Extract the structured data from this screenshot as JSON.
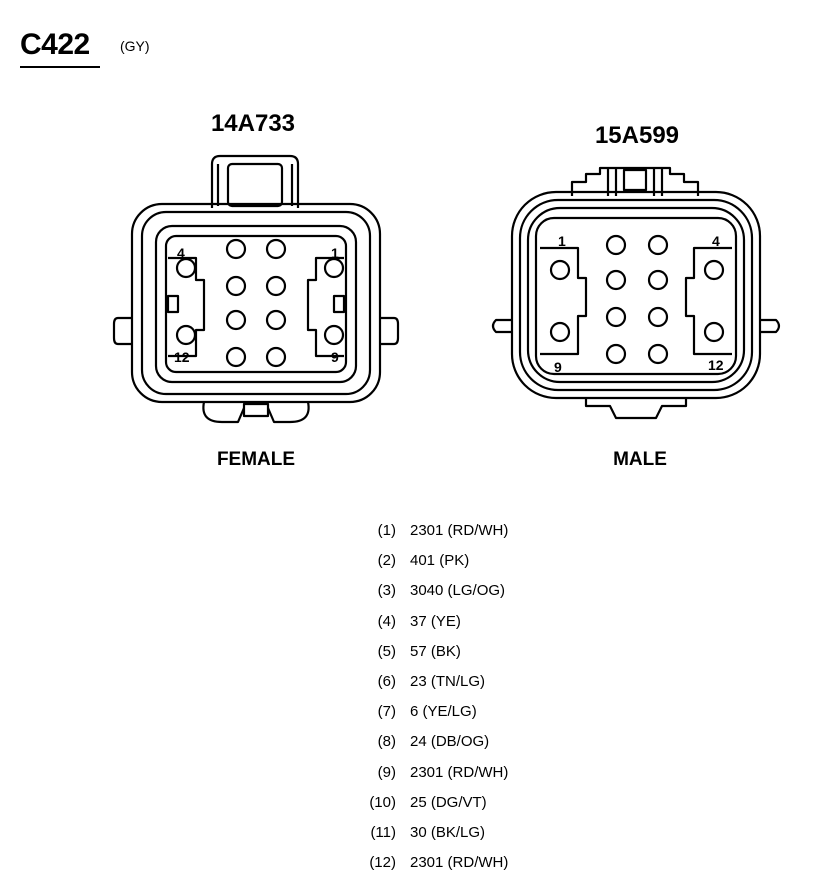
{
  "connector": {
    "id": "C422",
    "color_code": "(GY)"
  },
  "female": {
    "part_number": "14A733",
    "gender_label": "FEMALE",
    "corner_labels": {
      "top_left": "4",
      "top_right": "1",
      "bottom_left": "12",
      "bottom_right": "9"
    }
  },
  "male": {
    "part_number": "15A599",
    "gender_label": "MALE",
    "corner_labels": {
      "top_left": "1",
      "top_right": "4",
      "bottom_left": "9",
      "bottom_right": "12"
    }
  },
  "pins": [
    {
      "index": "(1)",
      "circuit": "2301 (RD/WH)"
    },
    {
      "index": "(2)",
      "circuit": "401 (PK)"
    },
    {
      "index": "(3)",
      "circuit": "3040 (LG/OG)"
    },
    {
      "index": "(4)",
      "circuit": "37 (YE)"
    },
    {
      "index": "(5)",
      "circuit": "57 (BK)"
    },
    {
      "index": "(6)",
      "circuit": "23 (TN/LG)"
    },
    {
      "index": "(7)",
      "circuit": "6 (YE/LG)"
    },
    {
      "index": "(8)",
      "circuit": "24 (DB/OG)"
    },
    {
      "index": "(9)",
      "circuit": "2301 (RD/WH)"
    },
    {
      "index": "(10)",
      "circuit": "25 (DG/VT)"
    },
    {
      "index": "(11)",
      "circuit": "30 (BK/LG)"
    },
    {
      "index": "(12)",
      "circuit": "2301 (RD/WH)"
    }
  ]
}
